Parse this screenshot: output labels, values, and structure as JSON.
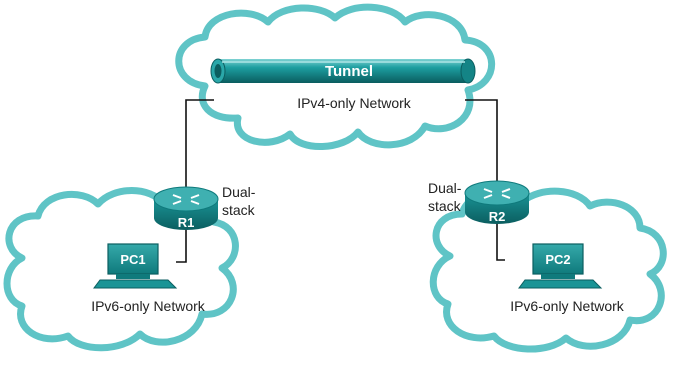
{
  "colors": {
    "cloud_stroke": "#5fc4c6",
    "cloud_fill": "#ffffff",
    "device_teal": "#138a8c",
    "device_teal_light": "#3fb0b1",
    "device_teal_dark": "#0b5e60",
    "link_line": "#111111"
  },
  "tunnel": {
    "label": "Tunnel"
  },
  "clouds": {
    "ipv4": {
      "label": "IPv4-only Network"
    },
    "left_ipv6": {
      "label": "IPv6-only Network"
    },
    "right_ipv6": {
      "label": "IPv6-only Network"
    }
  },
  "routers": {
    "r1": {
      "label": "R1",
      "role_line1": "Dual-",
      "role_line2": "stack"
    },
    "r2": {
      "label": "R2",
      "role_line1": "Dual-",
      "role_line2": "stack"
    }
  },
  "pcs": {
    "pc1": {
      "label": "PC1"
    },
    "pc2": {
      "label": "PC2"
    }
  }
}
